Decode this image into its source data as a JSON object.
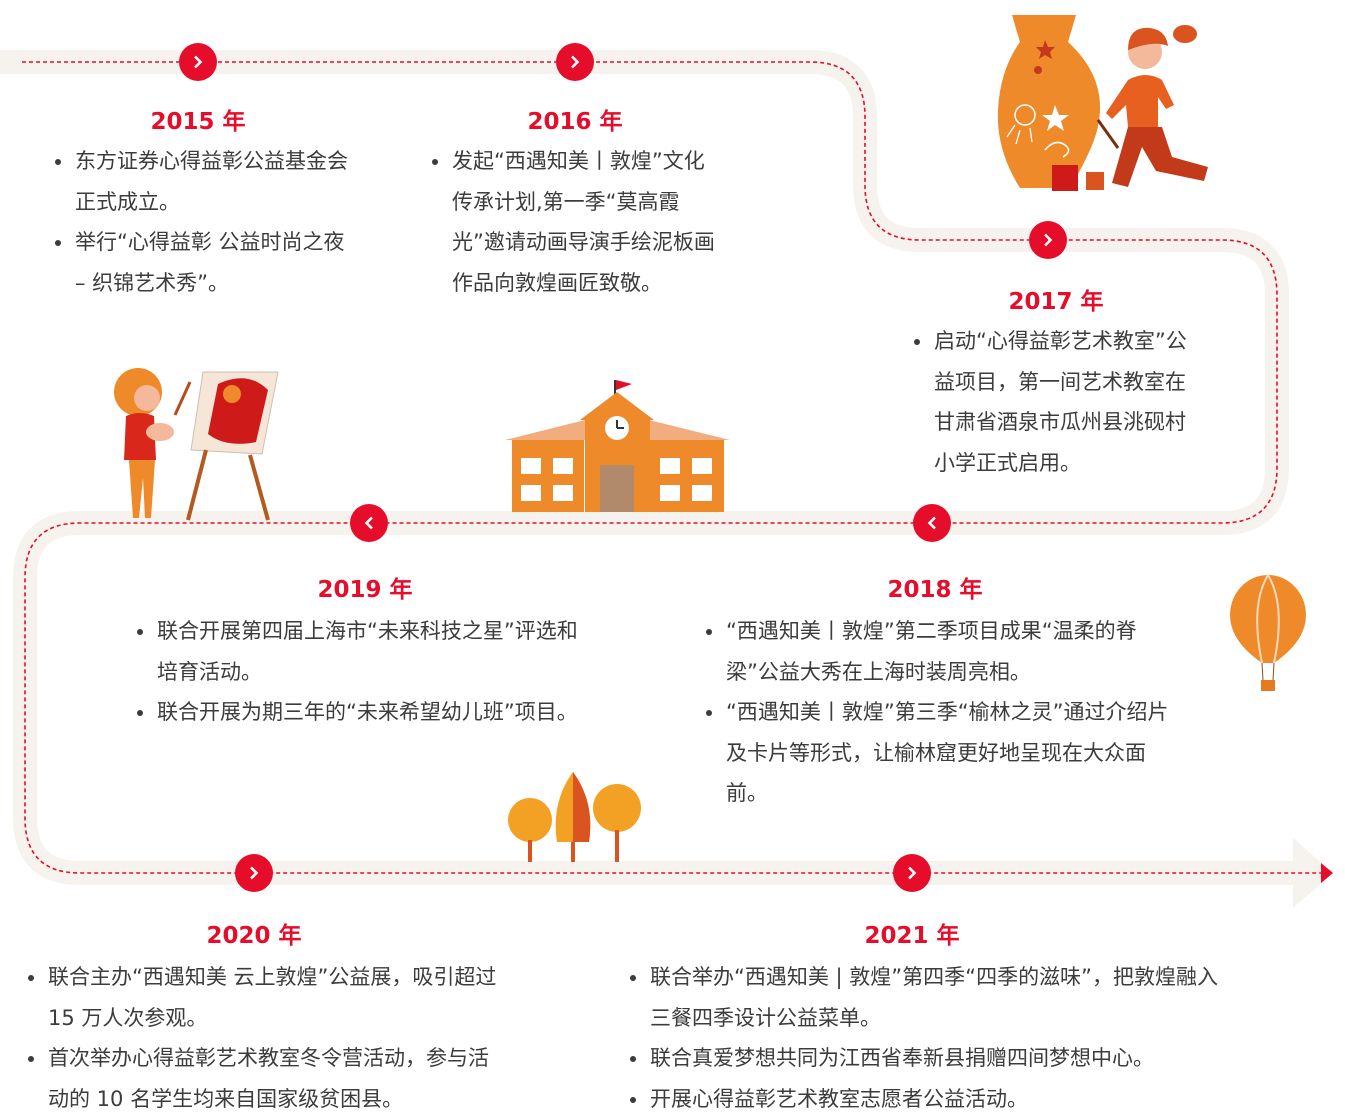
{
  "colors": {
    "accent": "#e60d2b",
    "road": "#f6f3ee",
    "orange": "#ef8a2a",
    "dark_orange": "#d9541f",
    "text": "#3c3c3c"
  },
  "timeline": [
    {
      "year": "2015 年",
      "direction": "right",
      "items": [
        "东方证券心得益彰公益基金会正式成立。",
        "举行“心得益彰 公益时尚之夜 – 织锦艺术秀”。"
      ]
    },
    {
      "year": "2016 年",
      "direction": "right",
      "items": [
        "发起“西遇知美丨敦煌”文化传承计划,第一季“莫高霞光”邀请动画导演手绘泥板画作品向敦煌画匠致敬。"
      ]
    },
    {
      "year": "2017 年",
      "direction": "right",
      "items": [
        "启动“心得益彰艺术教室”公益项目，第一间艺术教室在甘肃省酒泉市瓜州县洮砚村小学正式启用。"
      ]
    },
    {
      "year": "2018 年",
      "direction": "left",
      "items": [
        "“西遇知美丨敦煌”第二季项目成果“温柔的脊梁”公益大秀在上海时装周亮相。",
        "“西遇知美丨敦煌”第三季“榆林之灵”通过介绍片及卡片等形式，让榆林窟更好地呈现在大众面前。"
      ]
    },
    {
      "year": "2019 年",
      "direction": "left",
      "items": [
        "联合开展第四届上海市“未来科技之星”评选和培育活动。",
        "联合开展为期三年的“未来希望幼儿班”项目。"
      ]
    },
    {
      "year": "2020 年",
      "direction": "right",
      "items": [
        "联合主办“西遇知美 云上敦煌”公益展，吸引超过 15 万人次参观。",
        "首次举办心得益彰艺术教室冬令营活动，参与活动的 10 名学生均来自国家级贫困县。"
      ]
    },
    {
      "year": "2021 年",
      "direction": "right",
      "items": [
        "联合举办“西遇知美 | 敦煌”第四季“四季的滋味”，把敦煌融入三餐四季设计公益菜单。",
        "联合真爱梦想共同为江西省奉新县捐赠四间梦想中心。",
        "开展心得益彰艺术教室志愿者公益活动。"
      ]
    }
  ]
}
